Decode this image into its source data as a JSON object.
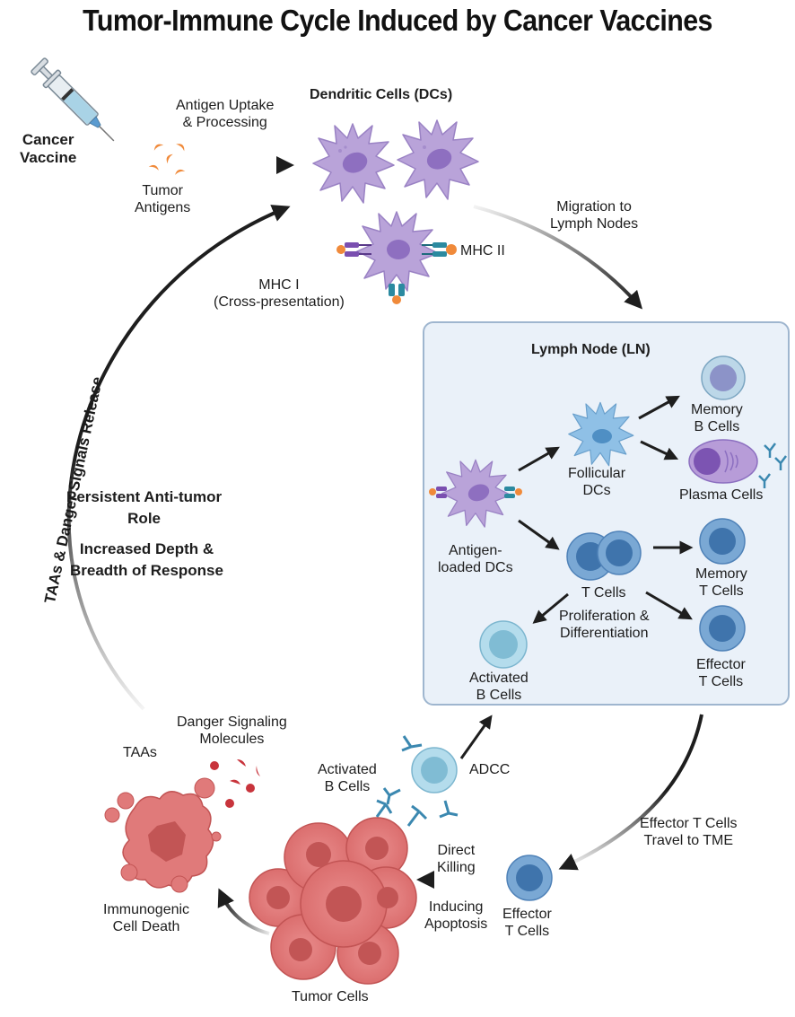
{
  "title": "Tumor-Immune Cycle Induced by Cancer Vaccines",
  "vaccine": {
    "label_line1": "Cancer",
    "label_line2": "Vaccine",
    "icon": "syringe-icon"
  },
  "antigens": {
    "label_line1": "Tumor",
    "label_line2": "Antigens"
  },
  "uptake": {
    "line1": "Antigen Uptake",
    "line2": "& Processing"
  },
  "dendritic": {
    "title": "Dendritic Cells (DCs)",
    "mhc1_line1": "MHC I",
    "mhc1_line2": "(Cross-presentation)",
    "mhc2": "MHC II"
  },
  "migration": {
    "line1": "Migration to",
    "line2": "Lymph Nodes"
  },
  "lymph_node": {
    "title": "Lymph Node (LN)",
    "antigen_dc_line1": "Antigen-",
    "antigen_dc_line2": "loaded DCs",
    "follicular_line1": "Follicular",
    "follicular_line2": "DCs",
    "memory_b_line1": "Memory",
    "memory_b_line2": "B Cells",
    "plasma": "Plasma Cells",
    "t_cells": "T Cells",
    "memory_t_line1": "Memory",
    "memory_t_line2": "T Cells",
    "prolif_line1": "Proliferation &",
    "prolif_line2": "Differentiation",
    "effector_t_line1": "Effector",
    "effector_t_line2": "T Cells",
    "activated_b_line1": "Activated",
    "activated_b_line2": "B Cells"
  },
  "travel": {
    "line1": "Effector T Cells",
    "line2": "Travel to TME"
  },
  "tme": {
    "activated_b_line1": "Activated",
    "activated_b_line2": "B Cells",
    "adcc": "ADCC",
    "direct_line1": "Direct",
    "direct_line2": "Killing",
    "inducing_line1": "Inducing",
    "inducing_line2": "Apoptosis",
    "effector_line1": "Effector",
    "effector_line2": "T Cells",
    "tumor_cells": "Tumor Cells"
  },
  "icd": {
    "taas": "TAAs",
    "danger_line1": "Danger Signaling",
    "danger_line2": "Molecules",
    "icd_line1": "Immunogenic",
    "icd_line2": "Cell Death"
  },
  "center": {
    "line1": "Persistent Anti-tumor",
    "line2": "Role",
    "line3": "Increased Depth &",
    "line4": "Breadth of Response"
  },
  "cycle_arc_label": "TAAs & Danger Signals Release",
  "colors": {
    "dc_purple": "#b9a3d9",
    "dc_nucleus": "#8e6fc0",
    "fdc_blue": "#8fc0e6",
    "t_cell_blue": "#5b8fc4",
    "b_cell_light": "#a9d4e6",
    "tumor_red": "#e07a7a",
    "antigen_orange": "#f08a3a",
    "ln_background": "#eaf1f9",
    "ln_border": "#9fb6cf",
    "arrow": "#1e1e1e"
  }
}
